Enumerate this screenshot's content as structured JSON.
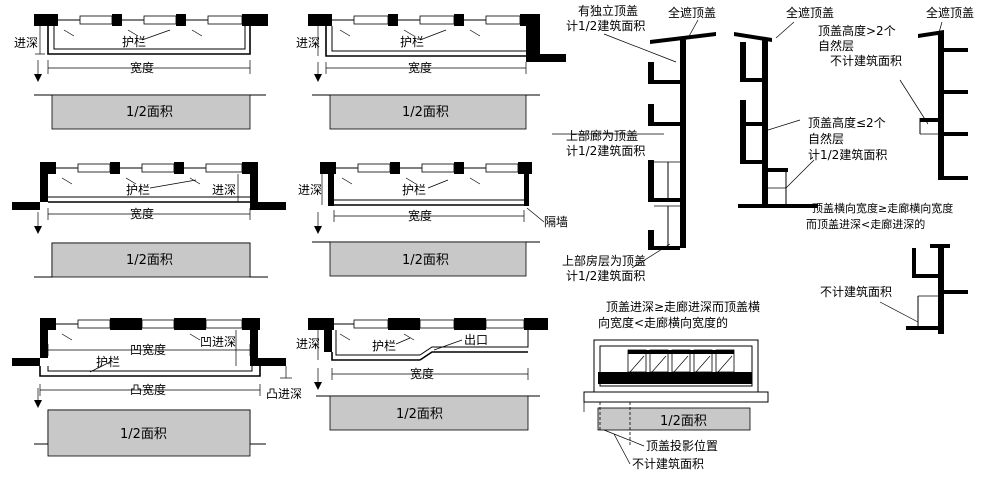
{
  "colors": {
    "ink": "#000000",
    "zone": "#c8c8c8",
    "paper": "#ffffff"
  },
  "labels": {
    "railing": "护栏",
    "depth": "进深",
    "width": "宽度",
    "half_area": "1/2面积",
    "partition": "隔墙",
    "concave_width": "凹宽度",
    "concave_depth": "凹进深",
    "convex_width": "凸宽度",
    "convex_depth": "凸进深",
    "exit": "出口"
  },
  "section": {
    "own_roof_1": "有独立顶盖",
    "own_roof_2": "计1/2建筑面积",
    "full_roof_a": "全遮顶盖",
    "full_roof_b": "全遮顶盖",
    "full_roof_c": "全遮顶盖",
    "roof_gt2_1": "顶盖高度>2个",
    "roof_gt2_2": "自然层",
    "roof_gt2_3": "不计建筑面积",
    "upper_corridor_1": "上部廊为顶盖",
    "upper_corridor_2": "计1/2建筑面积",
    "roof_le2_1": "顶盖高度≤2个",
    "roof_le2_2": "自然层",
    "roof_le2_3": "计1/2建筑面积",
    "upper_room_1": "上部房层为顶盖",
    "upper_room_2": "计1/2建筑面积",
    "roof_width_1": "顶盖横向宽度≥走廊横向宽度",
    "roof_width_2": "而顶盖进深<走廊进深的",
    "not_counted": "不计建筑面积",
    "plan_cond_1": "顶盖进深≥走廊进深而顶盖横",
    "plan_cond_2": "向宽度<走廊横向宽度的",
    "plan_area": "1/2面积",
    "roof_proj": "顶盖投影位置",
    "plan_not_counted": "不计建筑面积"
  }
}
